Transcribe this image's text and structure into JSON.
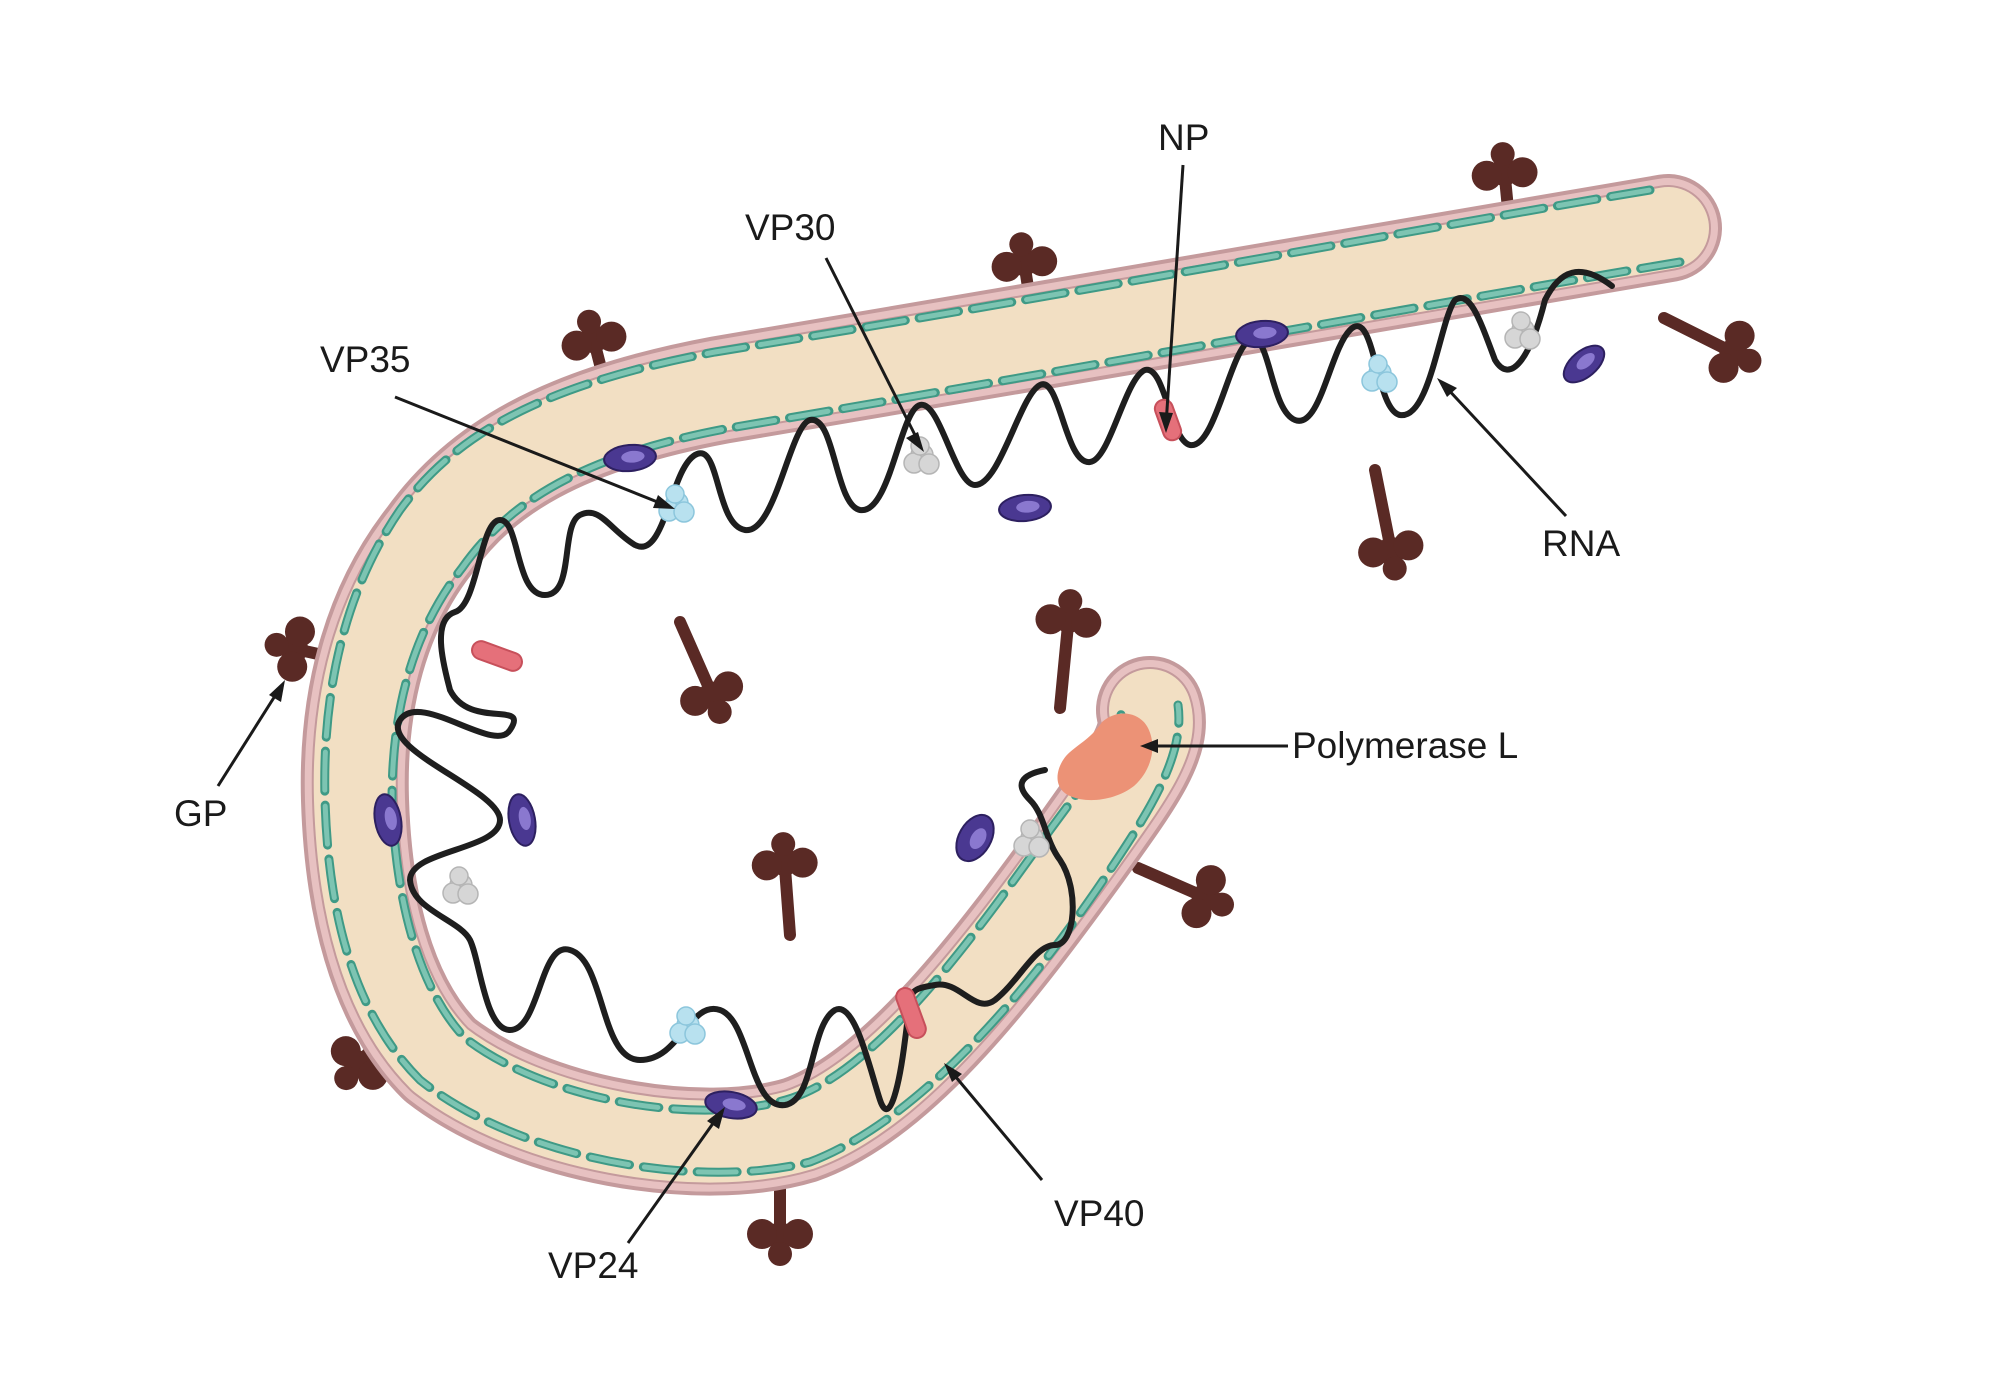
{
  "labels": {
    "np": "NP",
    "vp30": "VP30",
    "vp35": "VP35",
    "rna": "RNA",
    "gp": "GP",
    "polymerase_l": "Polymerase L",
    "vp24": "VP24",
    "vp40": "VP40"
  },
  "colors": {
    "envelope_outer": "#c49a9c",
    "envelope_inner": "#e7c1c1",
    "matrix": "#f2dfc3",
    "vp40_dash": "#7dc4b2",
    "vp40_dash_edge": "#3f9a86",
    "rna": "#1e1e1e",
    "gp": "#5a2a25",
    "vp24": "#4a3891",
    "vp24_highlight": "#8a78cf",
    "np": "#e5707a",
    "vp30": "#d6d6d6",
    "vp35": "#b8e1ef",
    "polymerase_l": "#ec9276"
  }
}
